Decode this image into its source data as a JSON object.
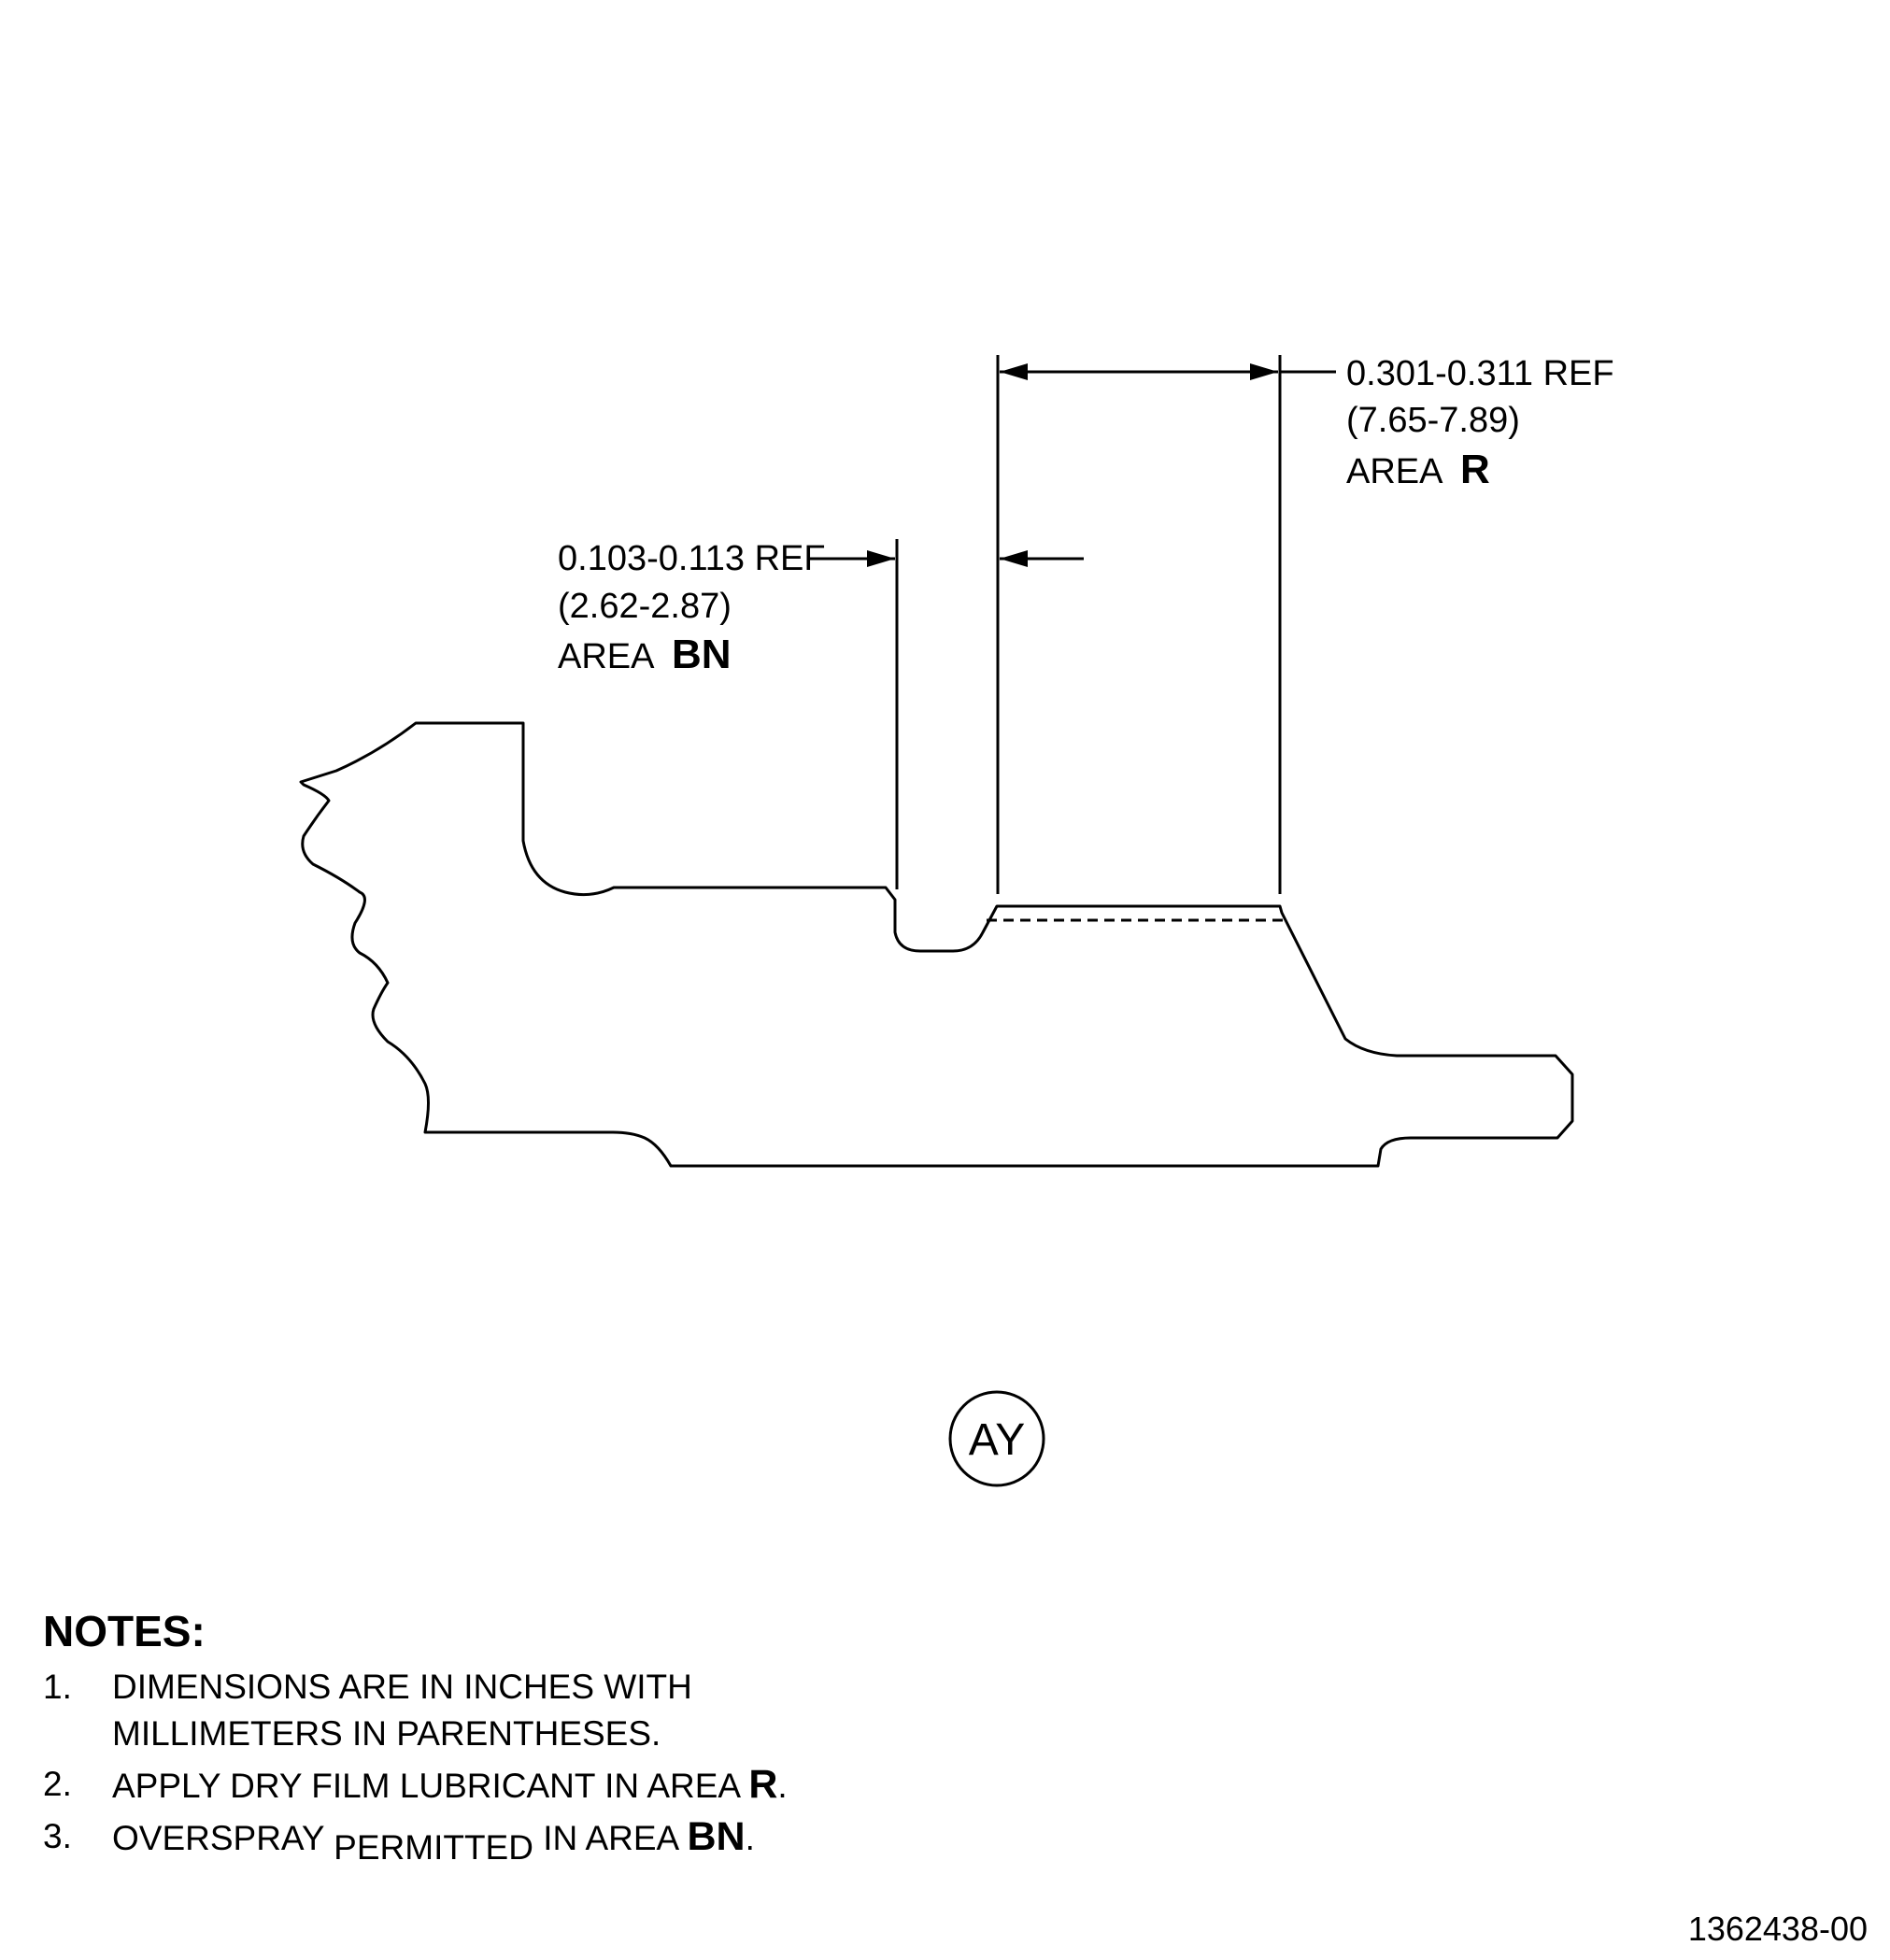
{
  "dimensions": {
    "upper": {
      "value": "0.301-0.311 REF",
      "metric": "(7.65-7.89)",
      "area_prefix": "AREA",
      "area_code": "R"
    },
    "lower": {
      "value": "0.103-0.113 REF",
      "metric": "(2.62-2.87)",
      "area_prefix": "AREA",
      "area_code": "BN"
    }
  },
  "detail_callout": "AY",
  "notes": {
    "title": "NOTES:",
    "items": [
      {
        "number": "1.",
        "line1": "DIMENSIONS ARE IN INCHES WITH",
        "line2": "MILLIMETERS IN PARENTHESES."
      },
      {
        "number": "2.",
        "text": "APPLY DRY FILM LUBRICANT IN AREA ",
        "area_code": "R",
        "suffix": "."
      },
      {
        "number": "3.",
        "text_a": "OVERSPRAY ",
        "text_b": "PERMITTED",
        "text_c": " IN AREA ",
        "area_code": "BN",
        "suffix": "."
      }
    ]
  },
  "drawing_number": "1362438-00"
}
